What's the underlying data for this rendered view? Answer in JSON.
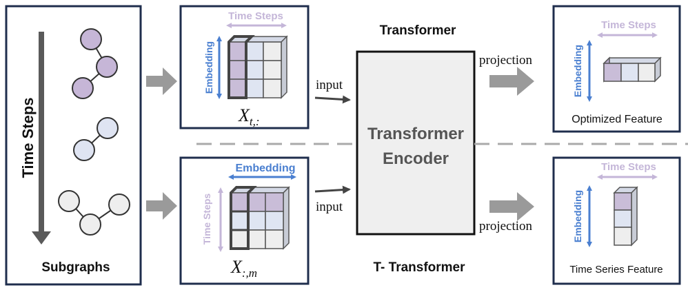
{
  "colors": {
    "frame": "#1f2e4d",
    "blue": "#4a7fd0",
    "lavender": "#c4b6d8",
    "node_purple": "#c6b6d7",
    "node_blue": "#dfe4f2",
    "node_gray": "#eeeeee",
    "cube_purple": "#c9bdd8",
    "cube_blue": "#dfe5f2",
    "cube_gray": "#eeeeee",
    "arrow_gray": "#9a9a9a",
    "dark_arrow": "#444444",
    "encoder_fill": "#efefef",
    "encoder_text": "#555555"
  },
  "labels": {
    "time_steps_vertical": "Time Steps",
    "subgraphs": "Subgraphs",
    "transformer": "Transformer",
    "t_transformer": "T- Transformer",
    "encoder_line1": "Transformer",
    "encoder_line2": "Encoder",
    "input": "input",
    "projection": "projection",
    "optimized_feature": "Optimized Feature",
    "time_series_feature": "Time Series Feature",
    "time_steps": "Time Steps",
    "embedding": "Embedding",
    "x_top_base": "X",
    "x_top_sub": "t,:",
    "x_bot_base": "X",
    "x_bot_sub": ":,m"
  }
}
